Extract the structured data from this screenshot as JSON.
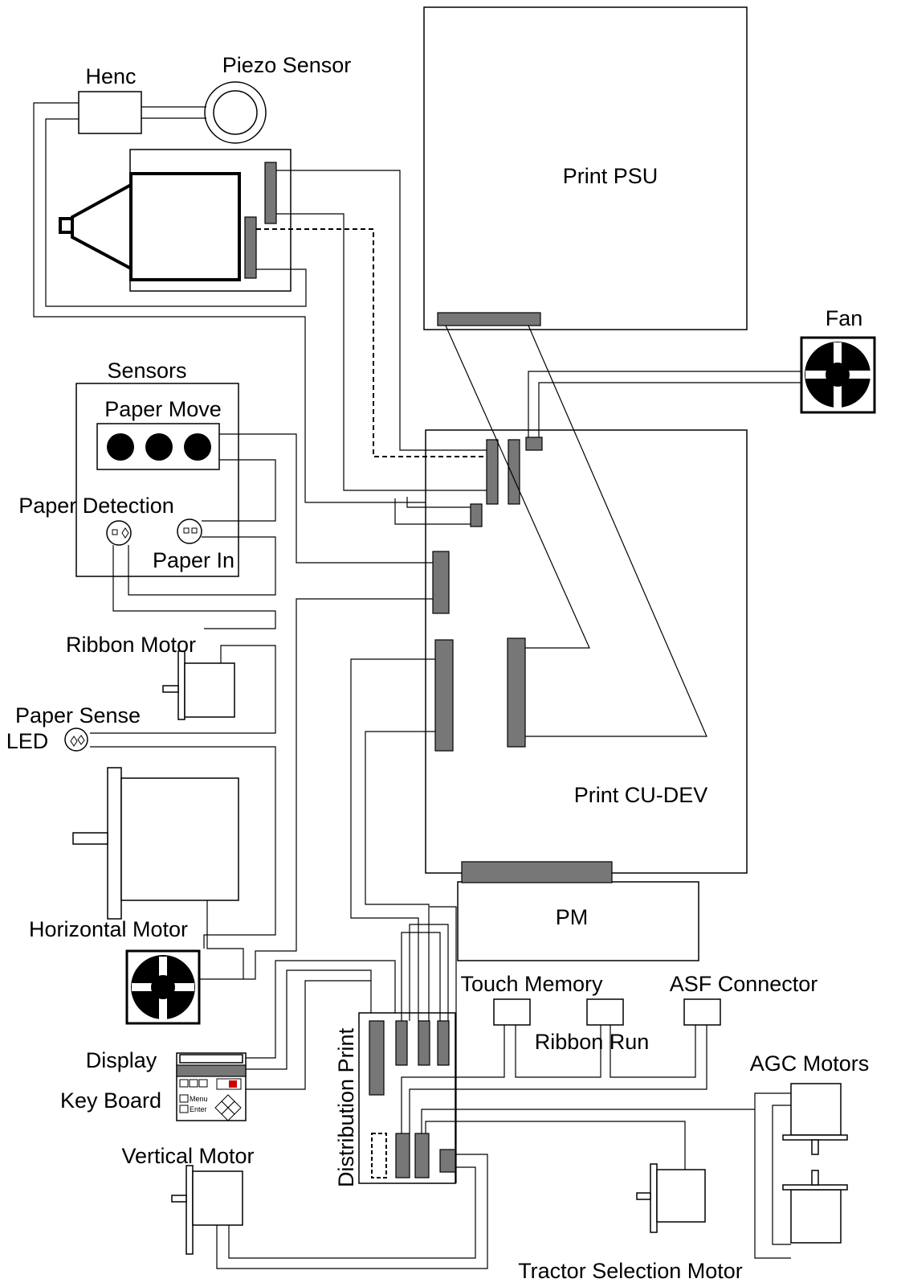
{
  "labels": {
    "henc": "Henc",
    "piezo_sensor": "Piezo Sensor",
    "print_psu": "Print PSU",
    "fan": "Fan",
    "sensors": "Sensors",
    "paper_move": "Paper Move",
    "paper_detection": "Paper Detection",
    "paper_in": "Paper In",
    "ribbon_motor": "Ribbon Motor",
    "paper_sense": "Paper Sense",
    "led": "LED",
    "print_cu_dev": "Print CU-DEV",
    "pm": "PM",
    "horizontal_motor": "Horizontal Motor",
    "touch_memory": "Touch Memory",
    "asf_connector": "ASF Connector",
    "ribbon_run": "Ribbon Run",
    "agc_motors": "AGC Motors",
    "display": "Display",
    "key_board": "Key Board",
    "distribution_print": "Distribution Print",
    "vertical_motor": "Vertical Motor",
    "tractor_selection_motor": "Tractor Selection Motor"
  },
  "keyboard": {
    "menu": "Menu",
    "enter": "Enter"
  },
  "colors": {
    "connector": "#777777",
    "line": "#000000",
    "background": "#ffffff",
    "key_accent": "#cc0000"
  }
}
